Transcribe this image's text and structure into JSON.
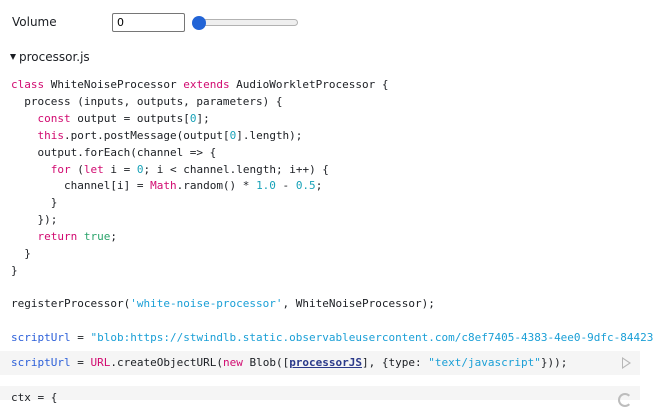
{
  "volume": {
    "label": "Volume",
    "input_value": "0",
    "slider_value": 0
  },
  "details": {
    "summary": "processor.js"
  },
  "code": {
    "register_line": "registerProcessor('white-noise-processor', WhiteNoiseProcessor);",
    "script_url_line": "scriptUrl = \"blob:https://stwindlb.static.observableusercontent.com/c8ef7405-4383-4ee0-9dfc-84423",
    "next_cell_line": "ctx = {"
  },
  "icons": {
    "run": "play-icon",
    "loading": "loader-icon",
    "details_caret": "caret-down-icon"
  },
  "colors": {
    "keyword": "#d10a70",
    "number": "#17a2b8",
    "string": "#1a9fd6",
    "accent": "#2264d6"
  }
}
